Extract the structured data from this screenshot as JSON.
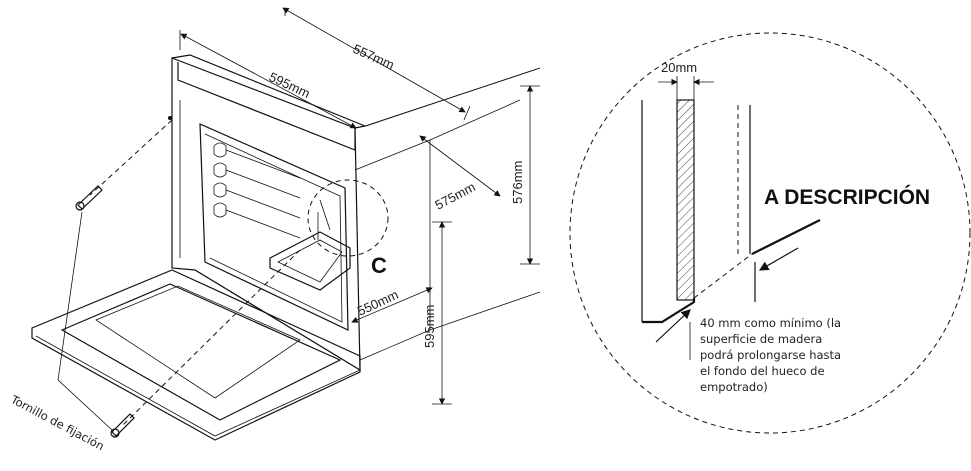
{
  "dimensions": {
    "width_outer": "557mm",
    "width_front": "595mm",
    "depth": "575mm",
    "height_back": "576mm",
    "depth_inner": "550mm",
    "height_front": "595mm",
    "gap": "20mm"
  },
  "labels": {
    "detail_marker": "C",
    "detail_title": "A DESCRIPCIÓN",
    "screw_label": "Tornillo de fijación",
    "note_lines": [
      "40 mm como mínimo (la",
      "superficie de madera",
      "podrá prolongarse hasta",
      "el fondo del hueco de",
      "empotrado)"
    ]
  }
}
